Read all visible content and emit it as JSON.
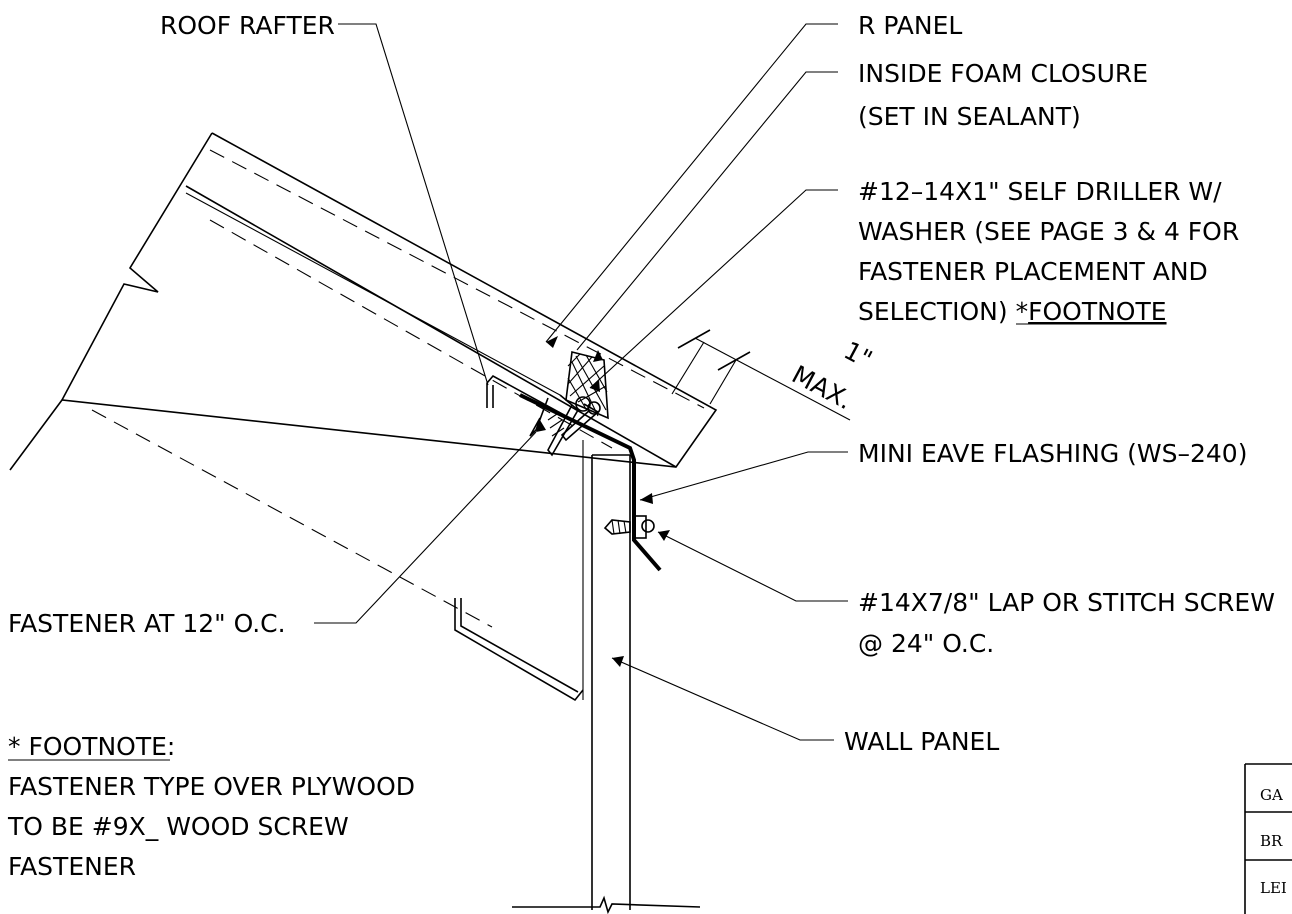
{
  "labels": {
    "roof_rafter": "ROOF RAFTER",
    "r_panel": "R PANEL",
    "foam_closure_1": "INSIDE FOAM CLOSURE",
    "foam_closure_2": "(SET IN SEALANT)",
    "self_driller_1": "#12–14X1\" SELF DRILLER W/",
    "self_driller_2": "WASHER (SEE PAGE 3 & 4 FOR",
    "self_driller_3": "FASTENER PLACEMENT AND",
    "self_driller_4_prefix": "SELECTION) *",
    "self_driller_4_link": "FOOTNOTE",
    "dim_value": "1\"",
    "dim_max": "MAX.",
    "mini_eave": "MINI EAVE FLASHING (WS–240)",
    "stitch_1": "#14X7/8\" LAP OR STITCH SCREW",
    "stitch_2": "@ 24\" O.C.",
    "fastener_12": "FASTENER AT 12\" O.C.",
    "wall_panel": "WALL PANEL",
    "footnote_title": "* FOOTNOTE:",
    "footnote_1": "FASTENER TYPE OVER PLYWOOD",
    "footnote_2": "TO BE #9X_ WOOD SCREW",
    "footnote_3": "FASTENER"
  },
  "table": {
    "rows": [
      "GA",
      "BR",
      "LEI"
    ]
  }
}
